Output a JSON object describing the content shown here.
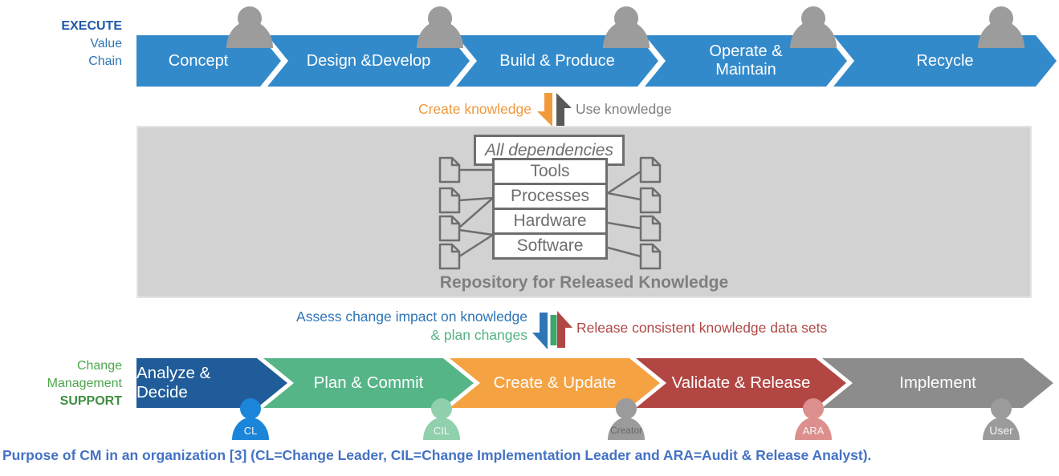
{
  "execute_chain": {
    "title": "EXECUTE",
    "subtitle_line1": "Value",
    "subtitle_line2": "Chain",
    "arrow_color": "#338ACB",
    "segments": [
      {
        "label": "Concept"
      },
      {
        "label": "Design &Develop"
      },
      {
        "label": "Build & Produce"
      },
      {
        "label": "Operate & Maintain"
      },
      {
        "label": "Recycle"
      }
    ]
  },
  "knowledge_flow": {
    "create_label": "Create knowledge",
    "use_label": "Use knowledge",
    "create_color": "#F09A3C",
    "use_color": "#7F7F7F",
    "down_arrow_color": "#F09A3C",
    "up_arrow_color": "#595959"
  },
  "repository": {
    "dependencies_box": "All dependencies",
    "layers": [
      "Tools",
      "Processes",
      "Hardware",
      "Software"
    ],
    "title": "Repository for Released Knowledge",
    "background_color": "#D2D2D2",
    "line_color": "#6E6E6E"
  },
  "change_flow": {
    "assess_line1": "Assess change impact on knowledge",
    "assess_line2": "& plan changes",
    "release_label": "Release consistent knowledge data sets",
    "assess_color": "#2E75B6",
    "plan_color": "#54B183",
    "release_color": "#B04744",
    "down_arrow_color": "#2E75B6",
    "bar_color": "#3FA66B",
    "up_arrow_color": "#B04744"
  },
  "support_chain": {
    "label_line1": "Change",
    "label_line2": "Management",
    "label_line3": "SUPPORT",
    "segments": [
      {
        "label": "Analyze & Decide",
        "color": "#1F5C99",
        "role": "CL",
        "role_color": "#1B86D9"
      },
      {
        "label": "Plan & Commit",
        "color": "#55B587",
        "role": "CIL",
        "role_color": "#90D0AC"
      },
      {
        "label": "Create & Update",
        "color": "#F5A243",
        "role": "Creator",
        "role_color": "#9B9B9B"
      },
      {
        "label": "Validate & Release",
        "color": "#B14643",
        "role": "ARA",
        "role_color": "#DC8F8D"
      },
      {
        "label": "Implement",
        "color": "#8C8C8C",
        "role": "User",
        "role_color": "#9B9B9B"
      }
    ]
  },
  "caption": "Purpose of CM in an organization [3] (CL=Change Leader, CIL=Change Implementation Leader and ARA=Audit & Release Analyst)."
}
